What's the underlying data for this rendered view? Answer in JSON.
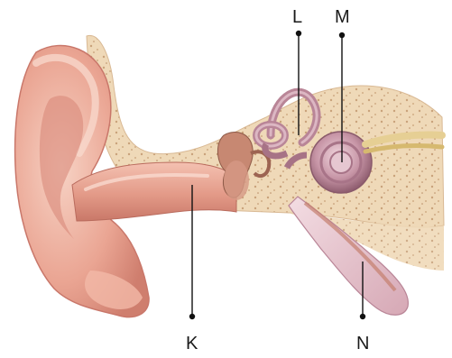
{
  "labels": {
    "L": "L",
    "M": "M",
    "K": "K",
    "N": "N"
  },
  "colors": {
    "skin": "#eaa593",
    "skin_light": "#f5c9bb",
    "skin_dark": "#c9776a",
    "bone": "#efd9b8",
    "bone_spots": "#c9a27a",
    "canal": "#e39a88",
    "inner_ear": "#b98597",
    "cochlea": "#c795a6",
    "tube": "#e7c9d1",
    "line": "#111111"
  },
  "icons": {
    "diagram": "ear-anatomy-illustration"
  }
}
